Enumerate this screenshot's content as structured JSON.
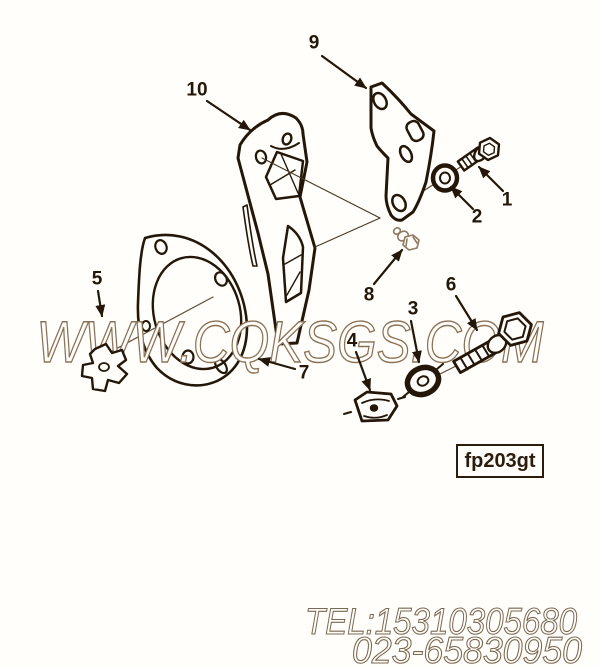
{
  "watermark": "WWW.CQKSGS.COM",
  "figure_code": "fp203gt",
  "contact": {
    "tel_line1": "TEL:15310305680",
    "tel_line2": "023-65830950"
  },
  "callouts": [
    {
      "label": "1"
    },
    {
      "label": "2"
    },
    {
      "label": "3"
    },
    {
      "label": "4"
    },
    {
      "label": "5"
    },
    {
      "label": "6"
    },
    {
      "label": "7"
    },
    {
      "label": "8"
    },
    {
      "label": "9"
    },
    {
      "label": "10"
    }
  ],
  "colors": {
    "ink": "#241709",
    "watermark_outline": "#8a7157",
    "contact_outline": "#7a6853"
  }
}
